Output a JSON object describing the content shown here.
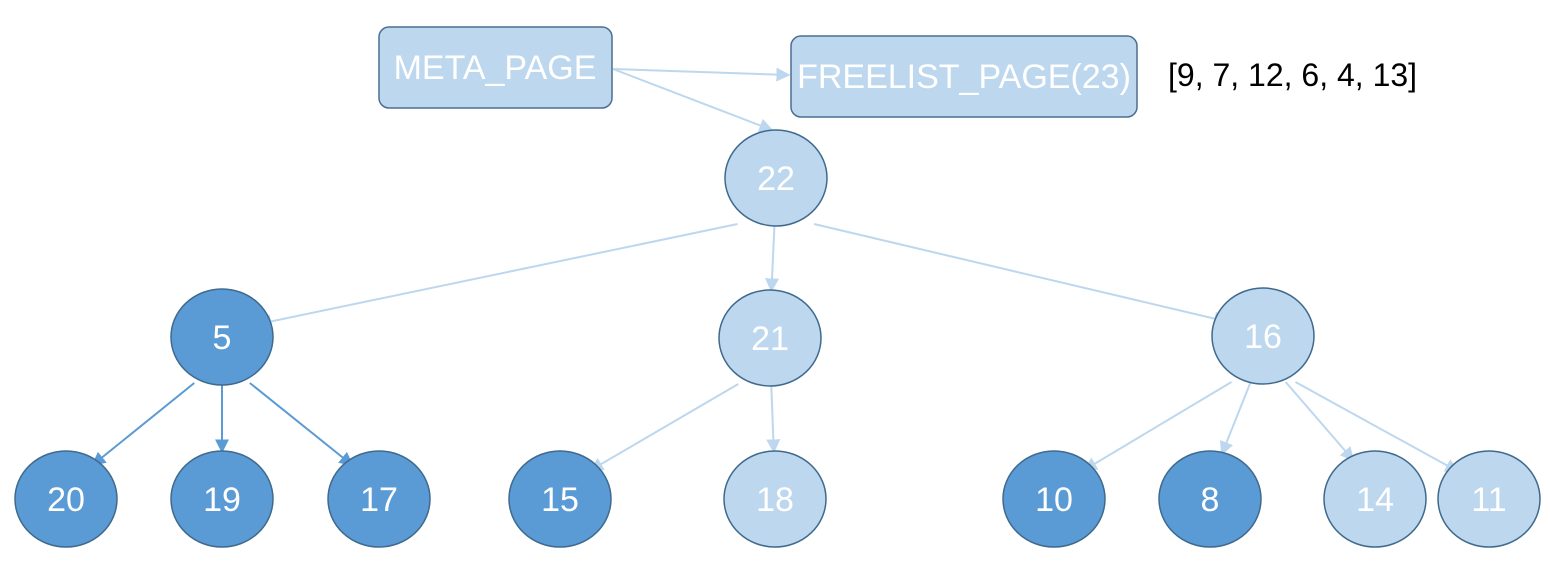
{
  "colors": {
    "light_fill": "#bdd7ee",
    "dark_fill": "#5b9bd5",
    "light_edge": "#bdd7ee",
    "dark_edge": "#5b9bd5",
    "text": "#ffffff"
  },
  "meta_page": {
    "label": "META_PAGE"
  },
  "freelist_page": {
    "label": "FREELIST_PAGE(23)"
  },
  "freelist_contents": "[9, 7, 12, 6, 4, 13]",
  "nodes": [
    {
      "id": "n22",
      "label": "22",
      "style": "light"
    },
    {
      "id": "n5",
      "label": "5",
      "style": "dark"
    },
    {
      "id": "n21",
      "label": "21",
      "style": "light"
    },
    {
      "id": "n16",
      "label": "16",
      "style": "light"
    },
    {
      "id": "n20",
      "label": "20",
      "style": "dark"
    },
    {
      "id": "n19",
      "label": "19",
      "style": "dark"
    },
    {
      "id": "n17",
      "label": "17",
      "style": "dark"
    },
    {
      "id": "n15",
      "label": "15",
      "style": "dark"
    },
    {
      "id": "n18",
      "label": "18",
      "style": "light"
    },
    {
      "id": "n10",
      "label": "10",
      "style": "dark"
    },
    {
      "id": "n8",
      "label": "8",
      "style": "dark"
    },
    {
      "id": "n14",
      "label": "14",
      "style": "light"
    },
    {
      "id": "n11",
      "label": "11",
      "style": "light"
    }
  ],
  "edges": [
    {
      "from": "meta",
      "to": "freelist",
      "style": "light"
    },
    {
      "from": "meta",
      "to": "n22",
      "style": "light"
    },
    {
      "from": "n22",
      "to": "n5",
      "style": "light"
    },
    {
      "from": "n22",
      "to": "n21",
      "style": "light"
    },
    {
      "from": "n22",
      "to": "n16",
      "style": "light"
    },
    {
      "from": "n5",
      "to": "n20",
      "style": "dark"
    },
    {
      "from": "n5",
      "to": "n19",
      "style": "dark"
    },
    {
      "from": "n5",
      "to": "n17",
      "style": "dark"
    },
    {
      "from": "n21",
      "to": "n15",
      "style": "light"
    },
    {
      "from": "n21",
      "to": "n18",
      "style": "light"
    },
    {
      "from": "n16",
      "to": "n10",
      "style": "light"
    },
    {
      "from": "n16",
      "to": "n8",
      "style": "light"
    },
    {
      "from": "n16",
      "to": "n14",
      "style": "light"
    },
    {
      "from": "n16",
      "to": "n11",
      "style": "light"
    }
  ]
}
